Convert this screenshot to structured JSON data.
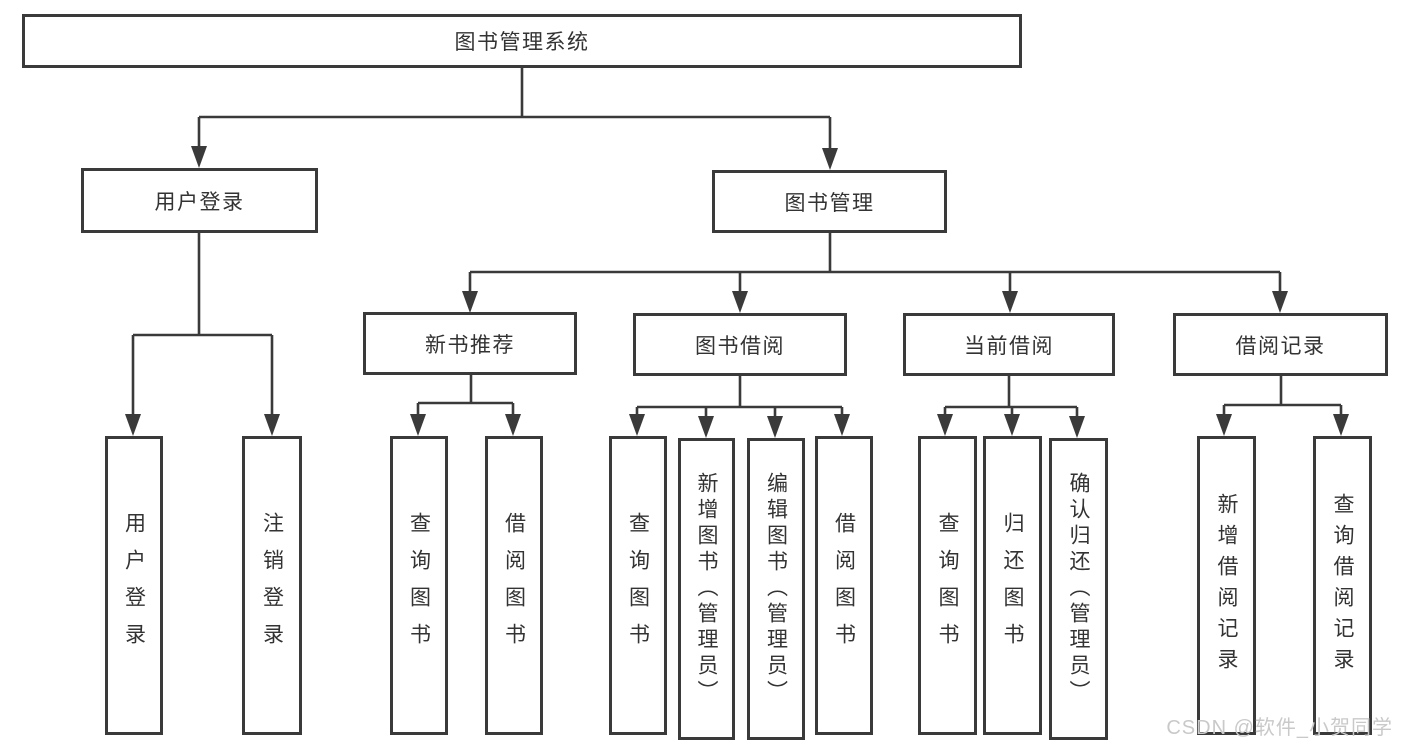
{
  "colors": {
    "bg": "#ffffff",
    "line": "#3a3a3a",
    "border": "#3a3a3a",
    "text": "#333333",
    "watermark": "#c9c9c9"
  },
  "watermark": "CSDN @软件_小贺同学",
  "tree": {
    "label": "图书管理系统",
    "children": [
      {
        "label": "用户登录",
        "children": [
          {
            "label": "用户登录"
          },
          {
            "label": "注销登录"
          }
        ]
      },
      {
        "label": "图书管理",
        "children": [
          {
            "label": "新书推荐",
            "children": [
              {
                "label": "查询图书"
              },
              {
                "label": "借阅图书"
              }
            ]
          },
          {
            "label": "图书借阅",
            "children": [
              {
                "label": "查询图书"
              },
              {
                "label": "新增图书（管理员）"
              },
              {
                "label": "编辑图书（管理员）"
              },
              {
                "label": "借阅图书"
              }
            ]
          },
          {
            "label": "当前借阅",
            "children": [
              {
                "label": "查询图书"
              },
              {
                "label": "归还图书"
              },
              {
                "label": "确认归还（管理员）"
              }
            ]
          },
          {
            "label": "借阅记录",
            "children": [
              {
                "label": "新增借阅记录"
              },
              {
                "label": "查询借阅记录"
              }
            ]
          }
        ]
      }
    ]
  }
}
